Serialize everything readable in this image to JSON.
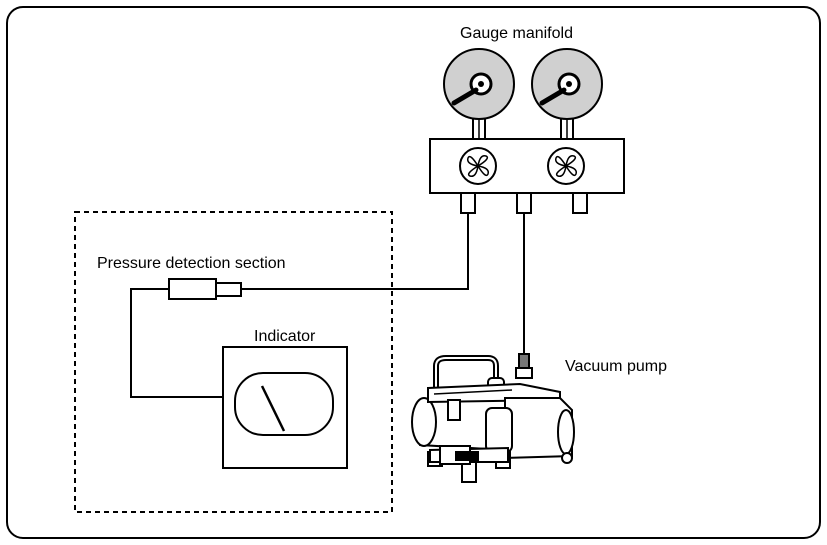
{
  "labels": {
    "gauge_manifold": "Gauge manifold",
    "pressure_detection_section": "Pressure detection section",
    "indicator": "Indicator",
    "vacuum_pump": "Vacuum pump"
  },
  "colors": {
    "stroke": "#000000",
    "gauge_face": "#d0d0d0",
    "background": "#ffffff"
  }
}
